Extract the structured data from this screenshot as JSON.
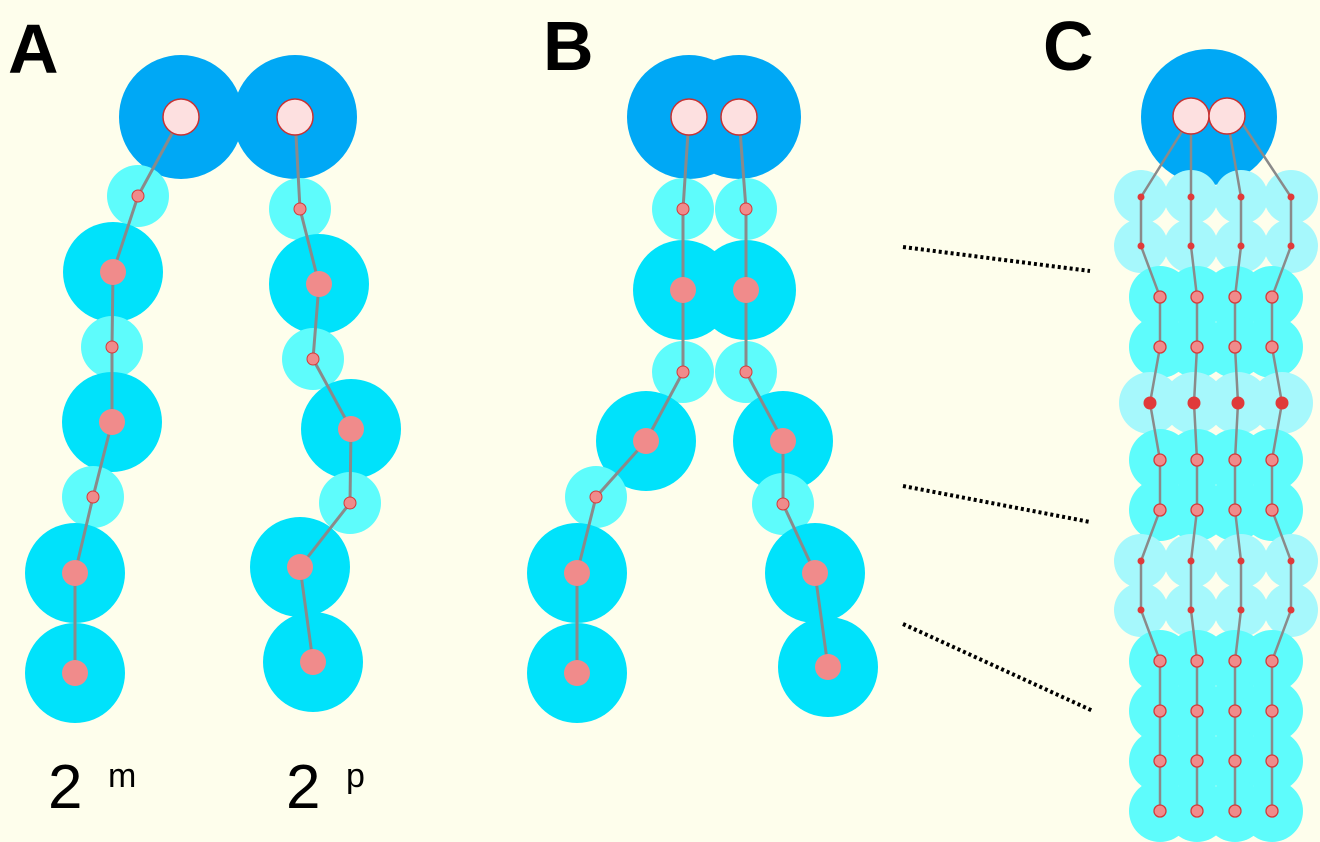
{
  "panels": [
    {
      "label": "A"
    },
    {
      "label": "B"
    },
    {
      "label": "C"
    }
  ],
  "chromosome_labels": [
    {
      "number": "2",
      "superscript": "m"
    },
    {
      "number": "2",
      "superscript": "p"
    }
  ],
  "colors": {
    "background": "#fefeec",
    "centromere_domain": "#00a8f5",
    "large_domain": "#00e2fb",
    "small_domain": "#5efcfc",
    "pale_domain": "#a6f8fc",
    "centromere_node": "#fde0e0",
    "node_fill": "#f08b8b",
    "node_stroke": "#d43a3a",
    "node_red": "#e03a3a",
    "connector": "#8a8a8a",
    "guide_line": "#000000"
  }
}
